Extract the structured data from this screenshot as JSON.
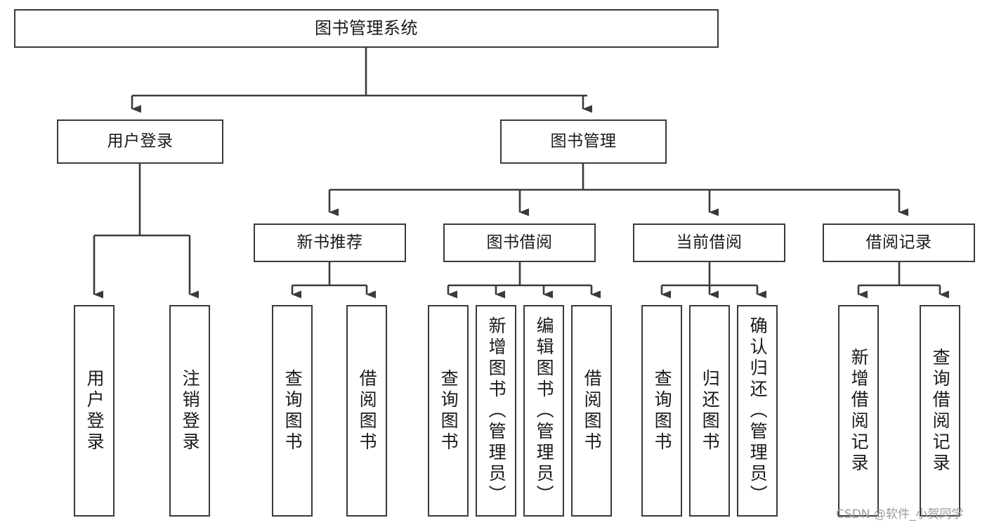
{
  "diagram": {
    "title": "图书管理系统",
    "type": "tree-hierarchy",
    "root": {
      "label": "图书管理系统"
    },
    "level2": [
      {
        "label": "用户登录"
      },
      {
        "label": "图书管理"
      }
    ],
    "level3": [
      {
        "label": "新书推荐"
      },
      {
        "label": "图书借阅"
      },
      {
        "label": "当前借阅"
      },
      {
        "label": "借阅记录"
      }
    ],
    "leaves": {
      "user_login": [
        {
          "label": "用户登录"
        },
        {
          "label": "注销登录"
        }
      ],
      "new_book_recommend": [
        {
          "label": "查询图书"
        },
        {
          "label": "借阅图书"
        }
      ],
      "book_borrow": [
        {
          "label": "查询图书"
        },
        {
          "label": "新增图书（管理员）"
        },
        {
          "label": "编辑图书（管理员）"
        },
        {
          "label": "借阅图书"
        }
      ],
      "current_borrow": [
        {
          "label": "查询图书"
        },
        {
          "label": "归还图书"
        },
        {
          "label": "确认归还（管理员）"
        }
      ],
      "borrow_record": [
        {
          "label": "新增借阅记录"
        },
        {
          "label": "查询借阅记录"
        }
      ]
    }
  },
  "watermark": {
    "text": "CSDN @软件_小贺同学"
  },
  "colors": {
    "box_border": "#3a3a3a",
    "connector": "#3a3a3a",
    "background": "#ffffff",
    "text": "#1a1a1a",
    "watermark": "#9a9a9a"
  }
}
